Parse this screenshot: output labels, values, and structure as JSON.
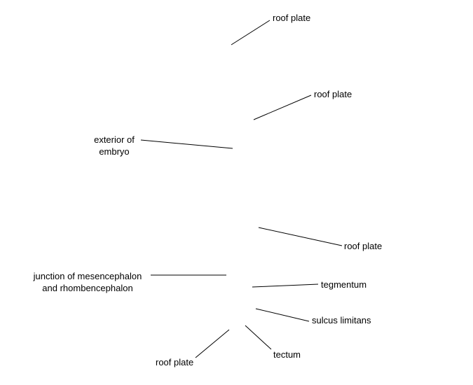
{
  "labels": {
    "roof_plate_1": "roof plate",
    "roof_plate_2": "roof plate",
    "exterior_line1": "exterior of",
    "exterior_line2": "embryo",
    "roof_plate_3": "roof plate",
    "junction_line1": "junction of mesencephalon",
    "junction_line2": "and rhombencephalon",
    "tegmentum": "tegmentum",
    "sulcus_limitans": "sulcus limitans",
    "tectum": "tectum",
    "roof_plate_4": "roof plate"
  },
  "colors": {
    "background": "#ffffff",
    "ink": "#000000"
  }
}
